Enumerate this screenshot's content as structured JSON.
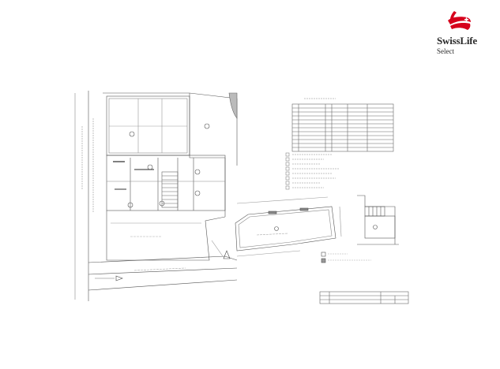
{
  "logo": {
    "brand": "SwissLife",
    "sub": "Select",
    "accent_color": "#d6001c"
  },
  "drawing": {
    "type": "architectural-floor-plan",
    "line_color": "#555555"
  }
}
